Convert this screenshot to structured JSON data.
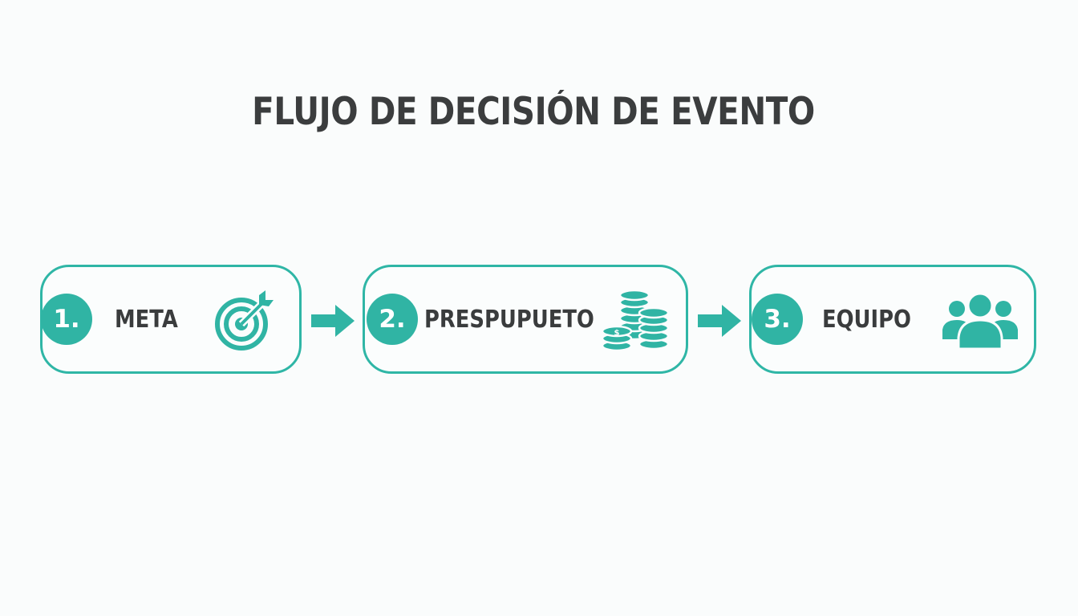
{
  "diagram": {
    "title": "FLUJO DE DECISIÓN DE EVENTO",
    "accent_color": "#30b4a4",
    "steps": [
      {
        "number": "1.",
        "label": "META",
        "icon": "target-icon"
      },
      {
        "number": "2.",
        "label": "PRESPUPUETO",
        "icon": "coins-icon"
      },
      {
        "number": "3.",
        "label": "EQUIPO",
        "icon": "team-icon"
      }
    ],
    "connectors": [
      "arrow-right-icon",
      "arrow-right-icon"
    ]
  }
}
